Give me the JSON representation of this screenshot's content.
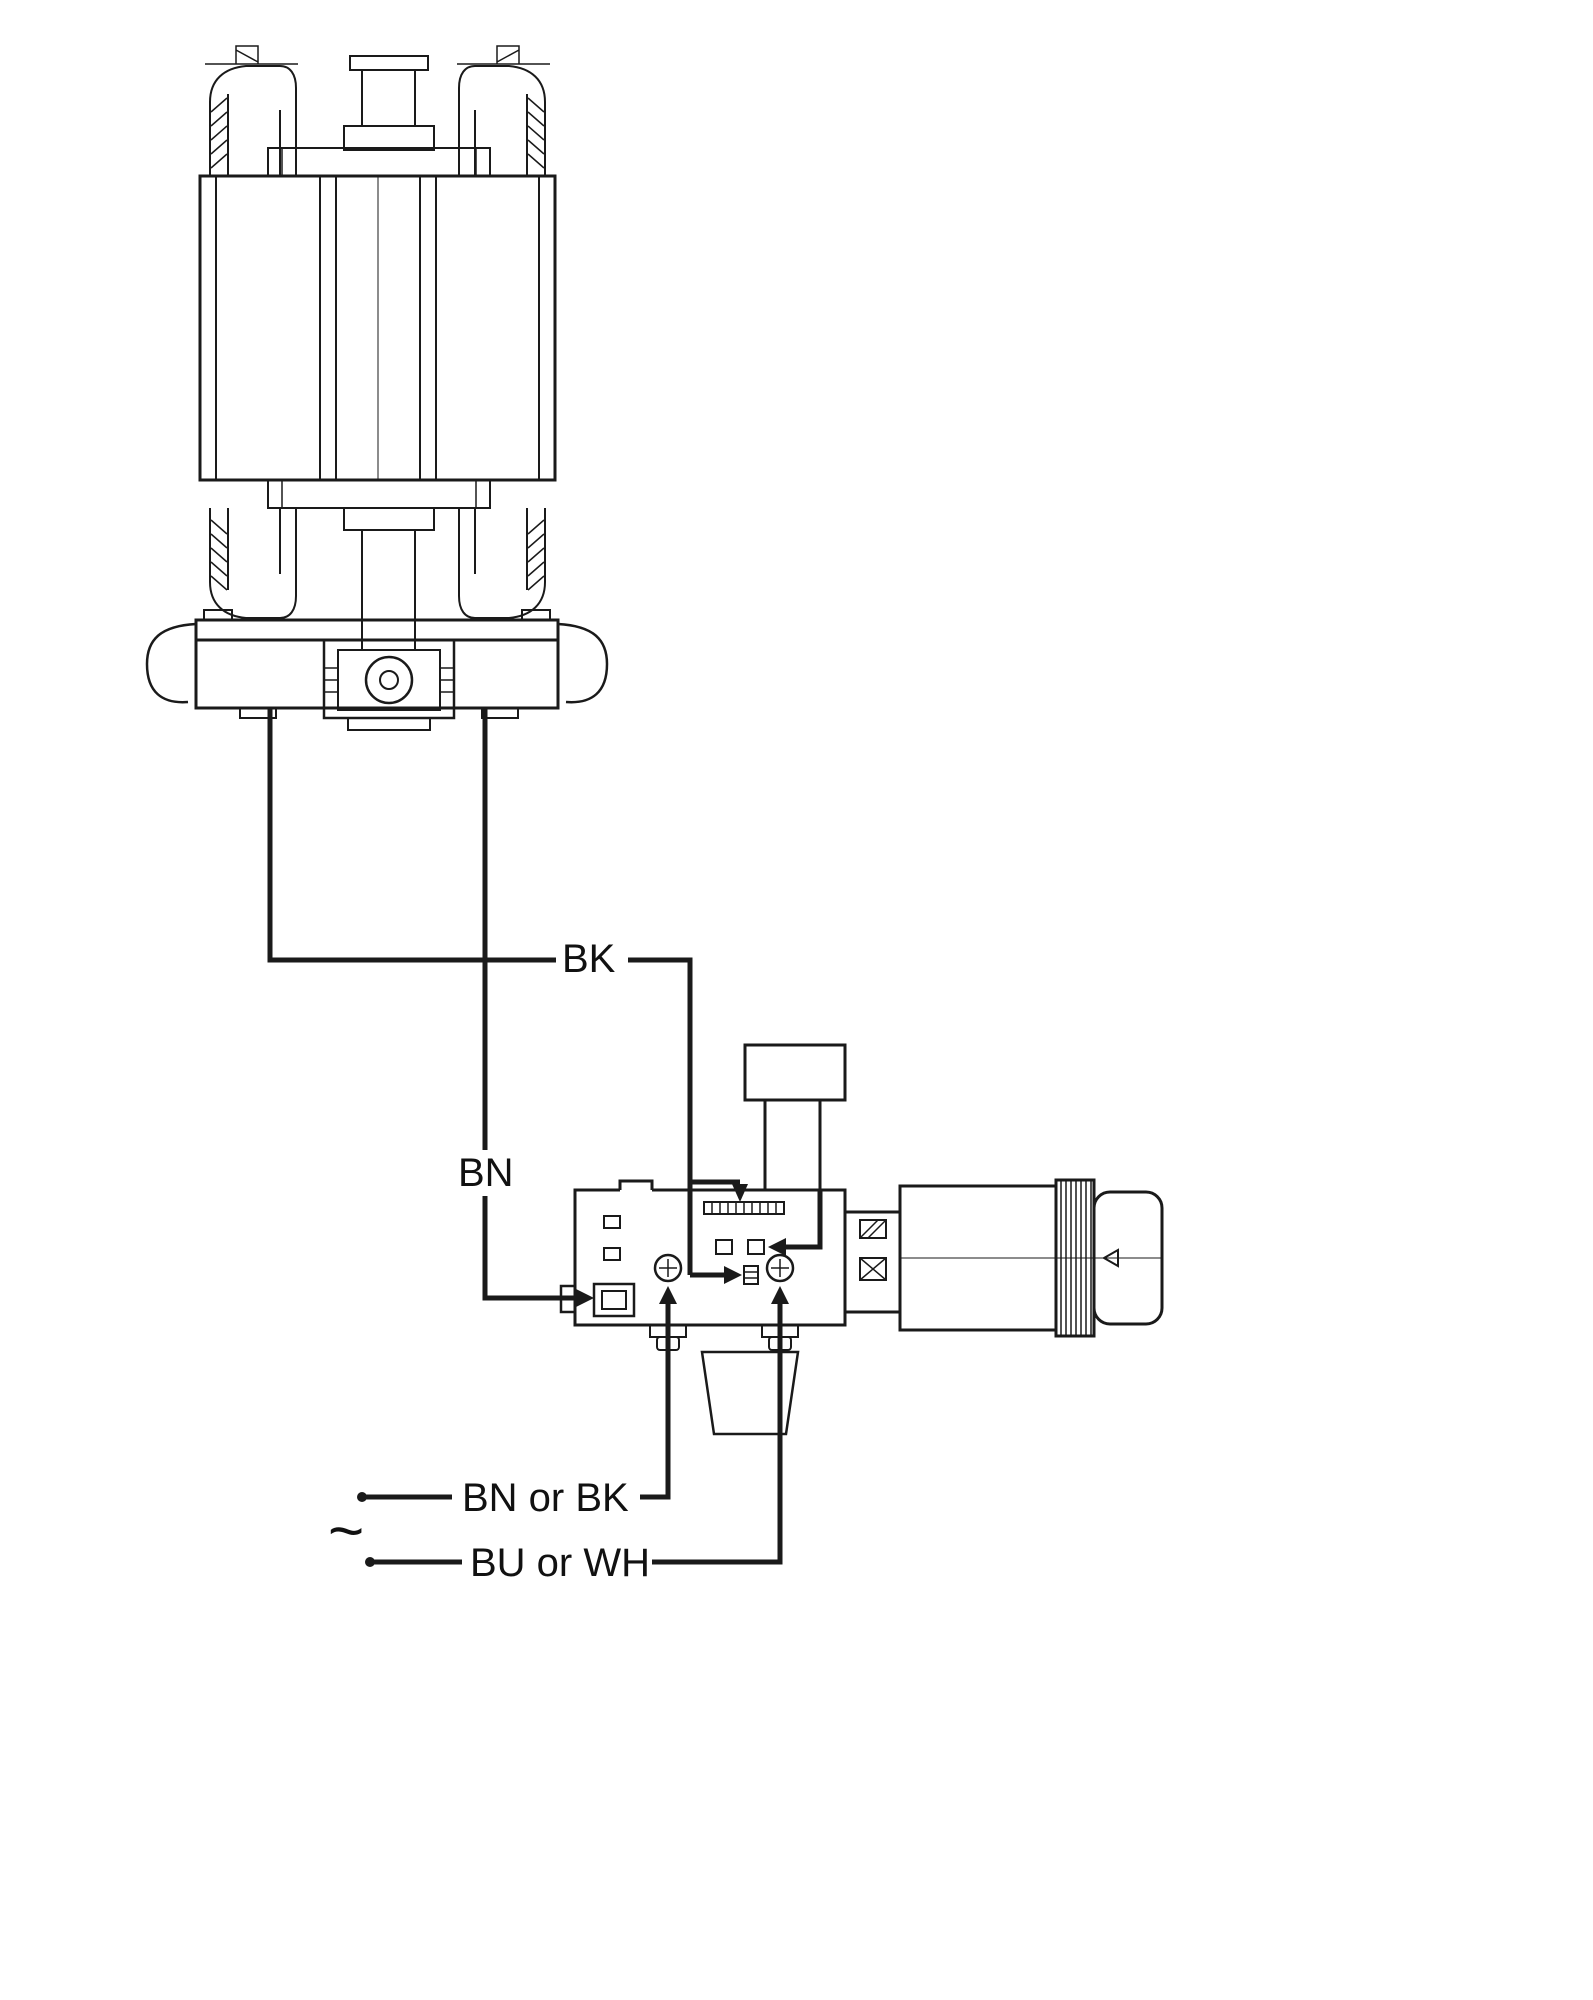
{
  "diagram": {
    "labels": {
      "bk": "BK",
      "bn": "BN",
      "supply_live": "BN or BK",
      "supply_neutral": "BU or WH",
      "ac_tilde": "~"
    },
    "colors": {
      "line": "#1a1a1a",
      "background": "#ffffff"
    },
    "components": {
      "motor": "pump-motor-assembly",
      "valve": "gas-valve-control-unit",
      "knob": "control-knob",
      "module": "connection-module"
    }
  }
}
